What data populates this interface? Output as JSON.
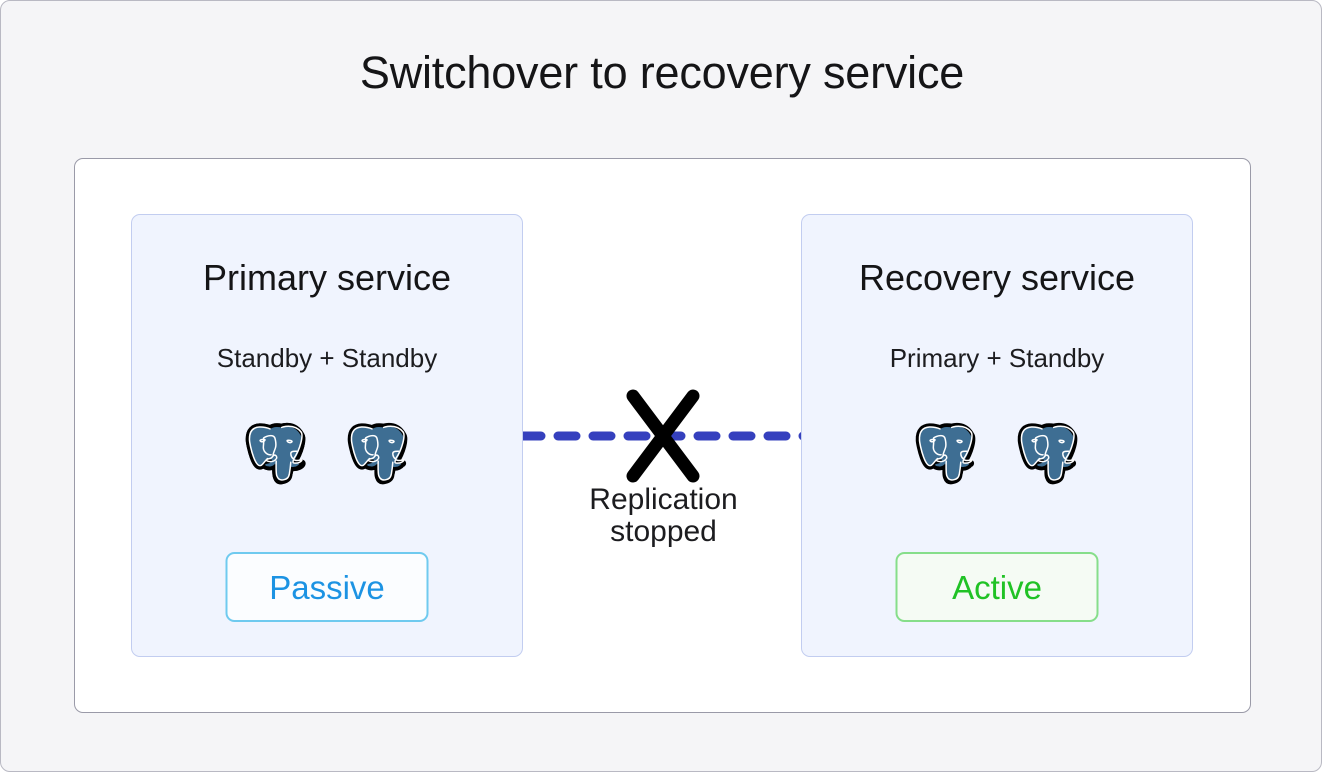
{
  "title": "Switchover to recovery service",
  "theme": {
    "page_background": "#f5f5f7",
    "panel_background": "#ffffff",
    "panel_border": "#9a9aa8",
    "card_background": "#f0f4fe",
    "card_border": "#c2cdf0",
    "replication_line": "#3540be",
    "cross_mark": "#000000",
    "passive_accent": "#6fcaef",
    "passive_text": "#1c93e3",
    "active_accent": "#86de8a",
    "active_text": "#20c225",
    "postgres_blue": "#3e6e93",
    "postgres_outline": "#000000"
  },
  "left_card": {
    "title": "Primary service",
    "subtitle": "Standby + Standby",
    "nodes": [
      {
        "icon": "postgresql-elephant-icon",
        "role": "Standby"
      },
      {
        "icon": "postgresql-elephant-icon",
        "role": "Standby"
      }
    ],
    "status": "Passive"
  },
  "right_card": {
    "title": "Recovery service",
    "subtitle": "Primary + Standby",
    "nodes": [
      {
        "icon": "postgresql-elephant-icon",
        "role": "Primary"
      },
      {
        "icon": "postgresql-elephant-icon",
        "role": "Standby"
      }
    ],
    "status": "Active"
  },
  "connector": {
    "icon": "cross-mark-icon",
    "line_style": "dashed",
    "label_line1": "Replication",
    "label_line2": "stopped"
  }
}
